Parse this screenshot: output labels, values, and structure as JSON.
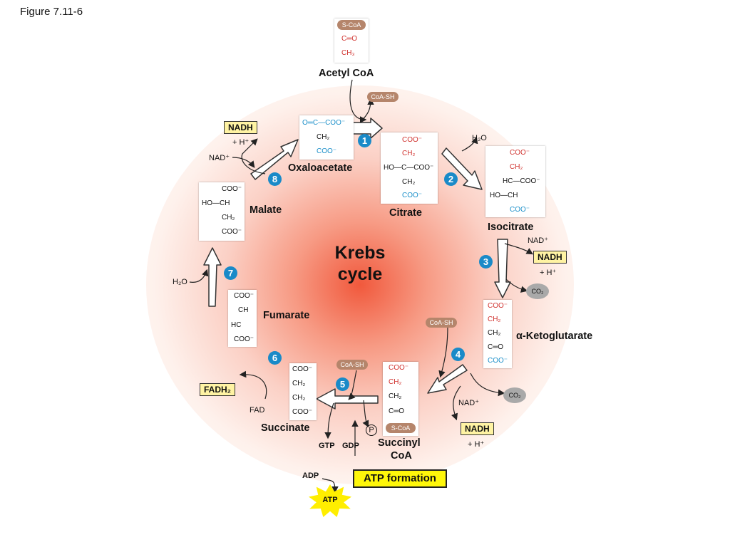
{
  "figure_label": "Figure 7.11-6",
  "center_title": {
    "line1": "Krebs",
    "line2": "cycle"
  },
  "molecules": {
    "acetyl_coa": {
      "name": "Acetyl CoA",
      "lines": [
        "S-CoA",
        "C═O",
        "CH₃"
      ]
    },
    "oxaloacetate": {
      "name": "Oxaloacetate",
      "lines": [
        "O═C—COO⁻",
        "CH₂",
        "COO⁻"
      ]
    },
    "citrate": {
      "name": "Citrate",
      "lines": [
        "COO⁻",
        "CH₂",
        "HO—C—COO⁻",
        "CH₂",
        "COO⁻"
      ]
    },
    "isocitrate": {
      "name": "Isocitrate",
      "lines": [
        "COO⁻",
        "CH₂",
        "HC—COO⁻",
        "HO—CH",
        "COO⁻"
      ]
    },
    "alpha_ketoglutarate": {
      "name": "α-Ketoglutarate",
      "lines": [
        "COO⁻",
        "CH₂",
        "CH₂",
        "C═O",
        "COO⁻"
      ]
    },
    "succinyl_coa": {
      "name_line1": "Succinyl",
      "name_line2": "CoA",
      "lines": [
        "COO⁻",
        "CH₂",
        "CH₂",
        "C═O",
        "S-CoA"
      ]
    },
    "succinate": {
      "name": "Succinate",
      "lines": [
        "COO⁻",
        "CH₂",
        "CH₂",
        "COO⁻"
      ]
    },
    "fumarate": {
      "name": "Fumarate",
      "lines": [
        "COO⁻",
        "CH",
        "HC",
        "COO⁻"
      ]
    },
    "malate": {
      "name": "Malate",
      "lines": [
        "COO⁻",
        "HO—CH",
        "CH₂",
        "COO⁻"
      ]
    }
  },
  "steps": [
    "1",
    "2",
    "3",
    "4",
    "5",
    "6",
    "7",
    "8"
  ],
  "cofactors": {
    "nadh": "NADH",
    "h_plus": "+ H⁺",
    "nad_plus": "NAD⁺",
    "h2o": "H₂O",
    "co2": "CO₂",
    "coa_sh": "CoA-SH",
    "fadh2": "FADH₂",
    "fad": "FAD",
    "gtp": "GTP",
    "gdp": "GDP",
    "adp": "ADP",
    "atp": "ATP",
    "pi": "P"
  },
  "atp_formation": "ATP formation",
  "colors": {
    "red_carbon": "#d0312d",
    "blue_carbon": "#1b8fc9",
    "step_badge": "#1a8ac8",
    "highlight_yellow": "#fff70a",
    "nadh_box": "#fff3a3",
    "coa_pill": "#b5856b",
    "co2_bubble": "#a9a9a9"
  }
}
